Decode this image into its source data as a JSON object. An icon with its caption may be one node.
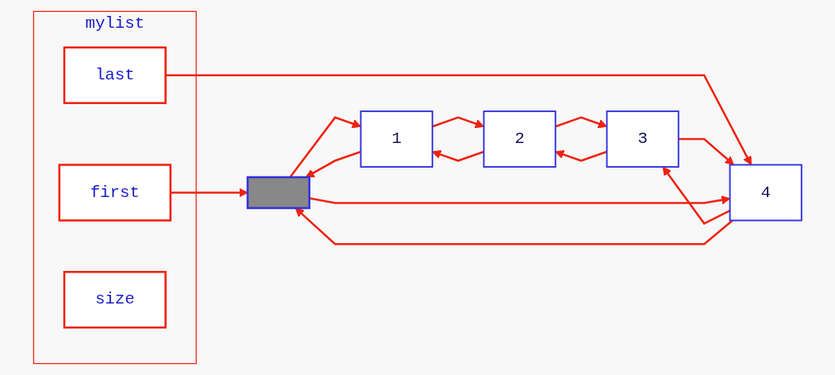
{
  "diagram": {
    "nodes": [
      {
        "text": [
          "mylist"
        ]
      },
      {
        "text": [
          "first"
        ],
        "in": 0
      },
      {
        "text": [
          "last"
        ],
        "in": 0
      },
      {
        "text": [
          "size"
        ],
        "in": 0
      },
      {
        "text": [],
        "shape": "box"
      },
      {
        "text": [
          "1"
        ]
      },
      {
        "text": [
          "2"
        ]
      },
      {
        "text": [
          "3"
        ]
      },
      {
        "text": [
          "4"
        ]
      }
    ],
    "edges": [
      {
        "from": 1,
        "to": 4,
        "arrow": "to"
      },
      {
        "from": 2,
        "to": 8,
        "arrow": "to"
      },
      {
        "from": 4,
        "to": 5,
        "arrow": "to"
      },
      {
        "from": 5,
        "to": 4,
        "arrow": "to"
      },
      {
        "from": 5,
        "to": 6,
        "arrow": "to"
      },
      {
        "from": 6,
        "to": 5,
        "arrow": "to"
      },
      {
        "from": 6,
        "to": 7,
        "arrow": "to"
      },
      {
        "from": 7,
        "to": 6,
        "arrow": "to"
      },
      {
        "from": 7,
        "to": 8,
        "arrow": "to"
      },
      {
        "from": 8,
        "to": 7,
        "arrow": "to"
      },
      {
        "from": 8,
        "to": 4,
        "arrow": "to"
      },
      {
        "from": 4,
        "to": 8,
        "arrow": "to"
      }
    ]
  }
}
